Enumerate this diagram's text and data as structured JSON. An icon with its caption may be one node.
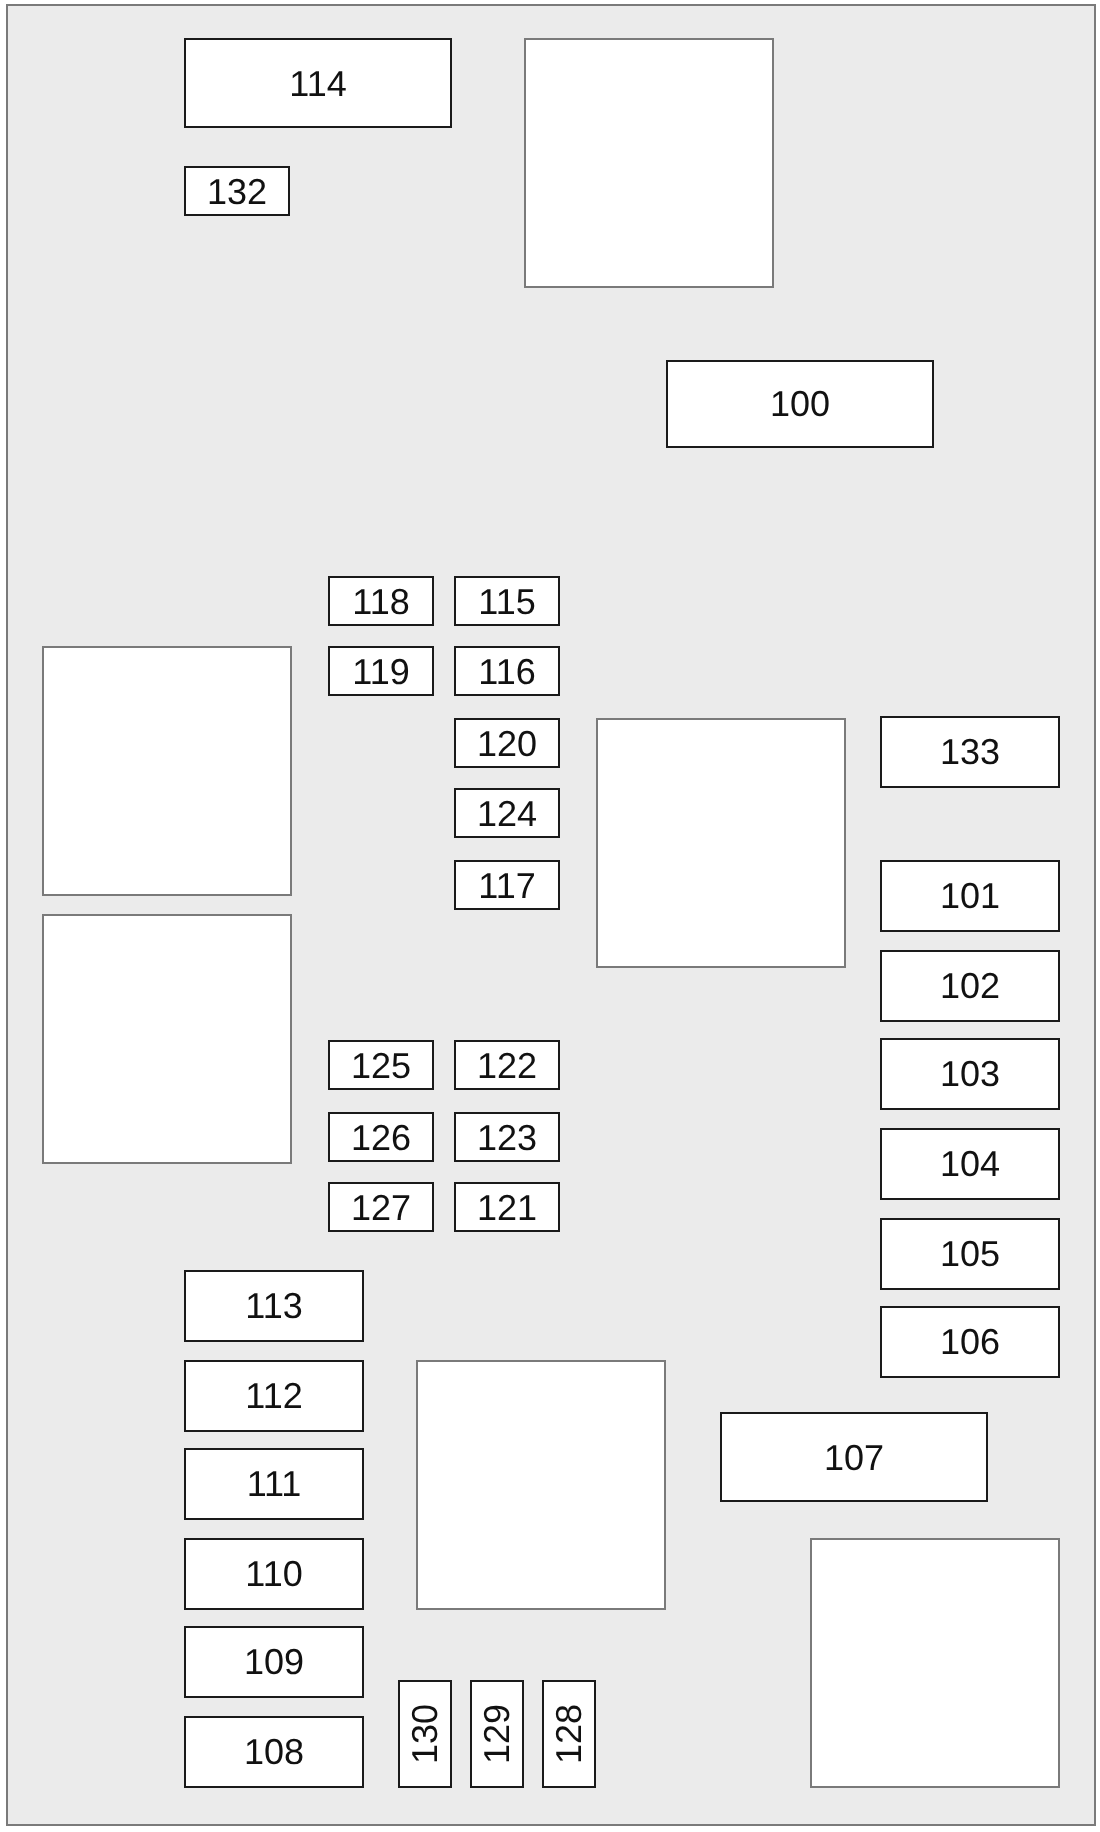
{
  "diagram": {
    "nodes": [
      {
        "text": [],
        "shape": "box"
      },
      {
        "text": [
          "114"
        ],
        "in": 0
      },
      {
        "text": [],
        "shape": "box",
        "in": 0
      },
      {
        "text": [
          "132"
        ],
        "in": 0
      },
      {
        "text": [
          "100"
        ],
        "in": 0
      },
      {
        "text": [
          "118"
        ],
        "in": 0
      },
      {
        "text": [
          "115"
        ],
        "in": 0
      },
      {
        "text": [],
        "shape": "box",
        "in": 0
      },
      {
        "text": [
          "119"
        ],
        "in": 0
      },
      {
        "text": [
          "116"
        ],
        "in": 0
      },
      {
        "text": [
          "120"
        ],
        "in": 0
      },
      {
        "text": [],
        "shape": "box",
        "in": 0
      },
      {
        "text": [
          "133"
        ],
        "in": 0
      },
      {
        "text": [
          "124"
        ],
        "in": 0
      },
      {
        "text": [
          "117"
        ],
        "in": 0
      },
      {
        "text": [
          "101"
        ],
        "in": 0
      },
      {
        "text": [],
        "shape": "box",
        "in": 0
      },
      {
        "text": [
          "102"
        ],
        "in": 0
      },
      {
        "text": [
          "125"
        ],
        "in": 0
      },
      {
        "text": [
          "122"
        ],
        "in": 0
      },
      {
        "text": [
          "103"
        ],
        "in": 0
      },
      {
        "text": [
          "126"
        ],
        "in": 0
      },
      {
        "text": [
          "123"
        ],
        "in": 0
      },
      {
        "text": [
          "104"
        ],
        "in": 0
      },
      {
        "text": [
          "127"
        ],
        "in": 0
      },
      {
        "text": [
          "121"
        ],
        "in": 0
      },
      {
        "text": [
          "105"
        ],
        "in": 0
      },
      {
        "text": [
          "113"
        ],
        "in": 0
      },
      {
        "text": [
          "106"
        ],
        "in": 0
      },
      {
        "text": [
          "112"
        ],
        "in": 0
      },
      {
        "text": [],
        "shape": "box",
        "in": 0
      },
      {
        "text": [
          "107"
        ],
        "in": 0
      },
      {
        "text": [
          "111"
        ],
        "in": 0
      },
      {
        "text": [
          "110"
        ],
        "in": 0
      },
      {
        "text": [],
        "shape": "box",
        "in": 0
      },
      {
        "text": [
          "109"
        ],
        "in": 0
      },
      {
        "text": [
          "130"
        ],
        "in": 0
      },
      {
        "text": [
          "129"
        ],
        "in": 0
      },
      {
        "text": [
          "128"
        ],
        "in": 0
      },
      {
        "text": [
          "108"
        ],
        "in": 0
      }
    ]
  }
}
